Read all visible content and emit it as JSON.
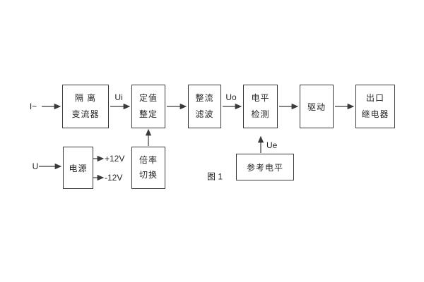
{
  "figure": {
    "caption": "图 1"
  },
  "colors": {
    "line": "#3a3a3a",
    "text": "#232323",
    "background": "#ffffff"
  },
  "inputs": {
    "current": "I~",
    "voltage": "U"
  },
  "signal_labels": {
    "ui": "Ui",
    "uo": "Uo",
    "ue": "Ue"
  },
  "power_rails": {
    "positive": "+12V",
    "negative": "-12V"
  },
  "blocks": {
    "isolation_transducer": {
      "line1": "隔 离",
      "line2": "变流器"
    },
    "setting_adjust": {
      "line1": "定值",
      "line2": "整定"
    },
    "rectify_filter": {
      "line1": "整流",
      "line2": "滤波"
    },
    "level_detect": {
      "line1": "电平",
      "line2": "检测"
    },
    "drive": {
      "label": "驱动"
    },
    "output_relay": {
      "line1": "出口",
      "line2": "继电器"
    },
    "power_supply": {
      "label": "电源"
    },
    "ratio_switch": {
      "line1": "倍率",
      "line2": "切换"
    },
    "reference_level": {
      "label": "参考电平"
    }
  }
}
